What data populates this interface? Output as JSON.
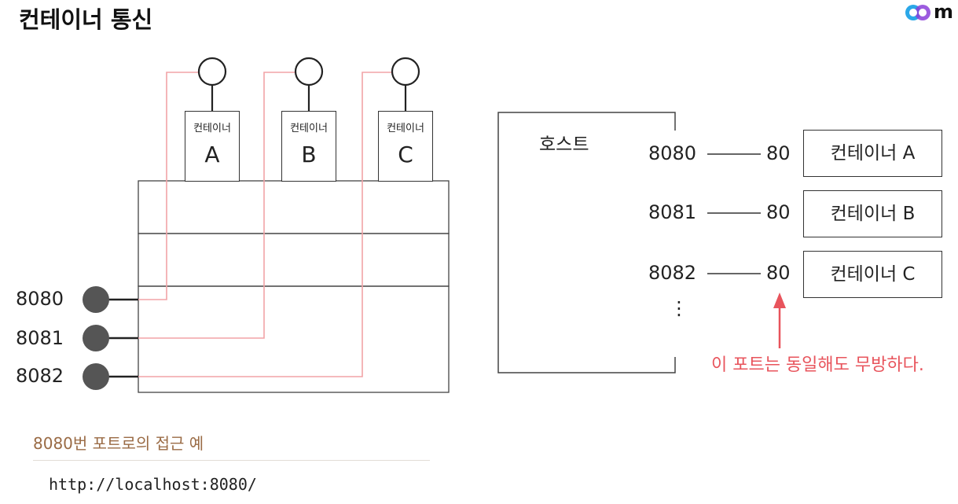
{
  "title": "컨테이너 통신",
  "logo": {
    "text": "m"
  },
  "left_diagram": {
    "containers": [
      {
        "label": "컨테이너",
        "letter": "A"
      },
      {
        "label": "컨테이너",
        "letter": "B"
      },
      {
        "label": "컨테이너",
        "letter": "C"
      }
    ],
    "ports": [
      "8080",
      "8081",
      "8082"
    ]
  },
  "right_diagram": {
    "host_label": "호스트",
    "mappings": [
      {
        "host_port": "8080",
        "container_port": "80",
        "container": "컨테이너 A"
      },
      {
        "host_port": "8081",
        "container_port": "80",
        "container": "컨테이너 B"
      },
      {
        "host_port": "8082",
        "container_port": "80",
        "container": "컨테이너 C"
      }
    ],
    "ellipsis": "⋮",
    "note": "이 포트는 동일해도 무방하다."
  },
  "caption": "8080번 포트로의 접근 예",
  "url": "http://localhost:8080/",
  "colors": {
    "accent_line": "#f2a3a7",
    "note": "#e8545c",
    "caption": "#9a6b45"
  }
}
